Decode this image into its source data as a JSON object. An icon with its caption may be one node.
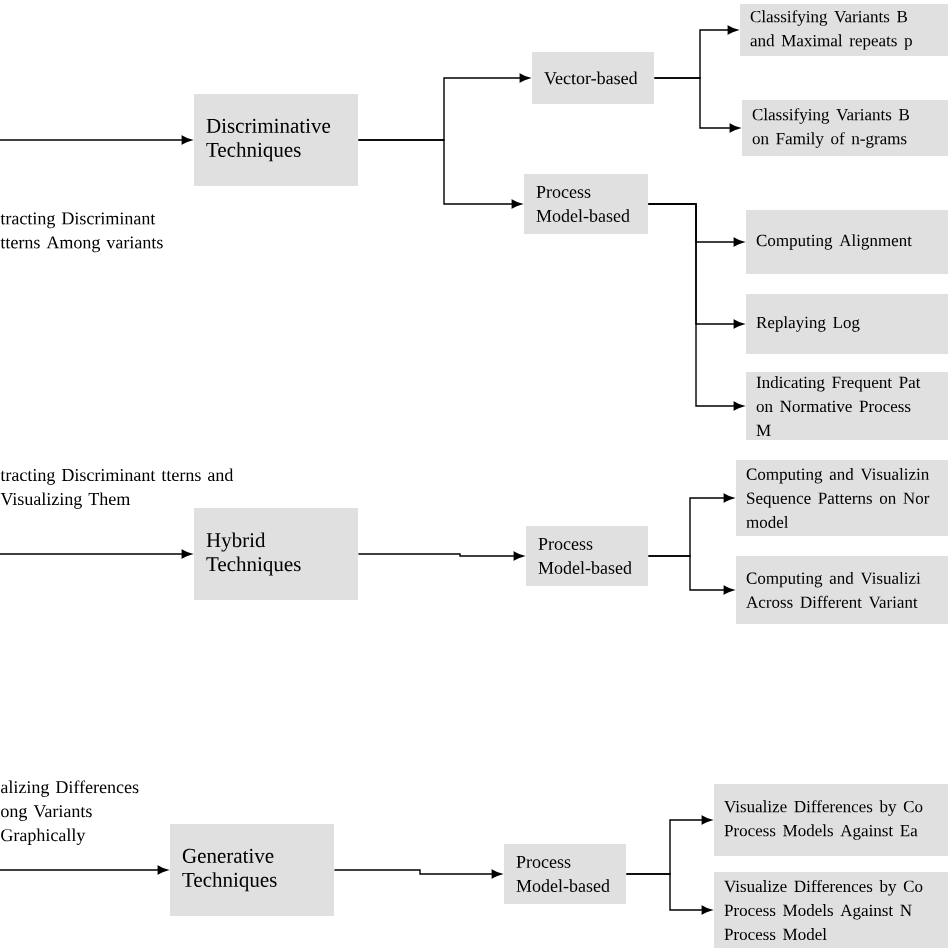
{
  "diagram": {
    "nodes": [
      {
        "text": [
          "Discriminative Techniques"
        ]
      },
      {
        "text": [
          "Vector-based"
        ]
      },
      {
        "text": [
          "Process Model-based"
        ]
      },
      {
        "text": [
          "Hybrid Techniques"
        ]
      },
      {
        "text": [
          "Process Model-based"
        ]
      },
      {
        "text": [
          "Generative Techniques"
        ]
      },
      {
        "text": [
          "Process Model-based"
        ]
      },
      {
        "text": [
          "Classifying Variants B and Maximal repeats p"
        ]
      },
      {
        "text": [
          "Classifying Variants B on Family of n-grams"
        ]
      },
      {
        "text": [
          "Computing Alignment"
        ]
      },
      {
        "text": [
          "Replaying Log"
        ]
      },
      {
        "text": [
          "Indicating Frequent Pat on Normative Process M"
        ]
      },
      {
        "text": [
          "Computing and Visualizin Sequence Patterns on Nor model"
        ]
      },
      {
        "text": [
          "Computing and Visualizi Across Different Variant"
        ]
      },
      {
        "text": [
          "Visualize Differences by Co Process Models Against Ea"
        ]
      },
      {
        "text": [
          "Visualize Differences by Co Process Models Against N Process Model"
        ]
      }
    ],
    "edges": [
      {
        "from": null,
        "to": 0,
        "arrow": "to",
        "label": "tracting Discriminant tterns Among variants"
      },
      {
        "from": 0,
        "to": 1,
        "arrow": "to"
      },
      {
        "from": 0,
        "to": 2,
        "arrow": "to"
      },
      {
        "from": 1,
        "to": 7,
        "arrow": "to"
      },
      {
        "from": 1,
        "to": 8,
        "arrow": "to"
      },
      {
        "from": 2,
        "to": 9,
        "arrow": "to"
      },
      {
        "from": 2,
        "to": 10,
        "arrow": "to"
      },
      {
        "from": 2,
        "to": 11,
        "arrow": "to"
      },
      {
        "from": null,
        "to": 3,
        "arrow": "to",
        "label": "tracting Discriminant tterns and Visualizing Them"
      },
      {
        "from": 3,
        "to": 4,
        "arrow": "to"
      },
      {
        "from": 4,
        "to": 12,
        "arrow": "to"
      },
      {
        "from": 4,
        "to": 13,
        "arrow": "to"
      },
      {
        "from": null,
        "to": 5,
        "arrow": "to",
        "label": "alizing Differences ong Variants Graphically"
      },
      {
        "from": 5,
        "to": 6,
        "arrow": "to"
      },
      {
        "from": 6,
        "to": 14,
        "arrow": "to"
      },
      {
        "from": 6,
        "to": 15,
        "arrow": "to"
      }
    ]
  }
}
